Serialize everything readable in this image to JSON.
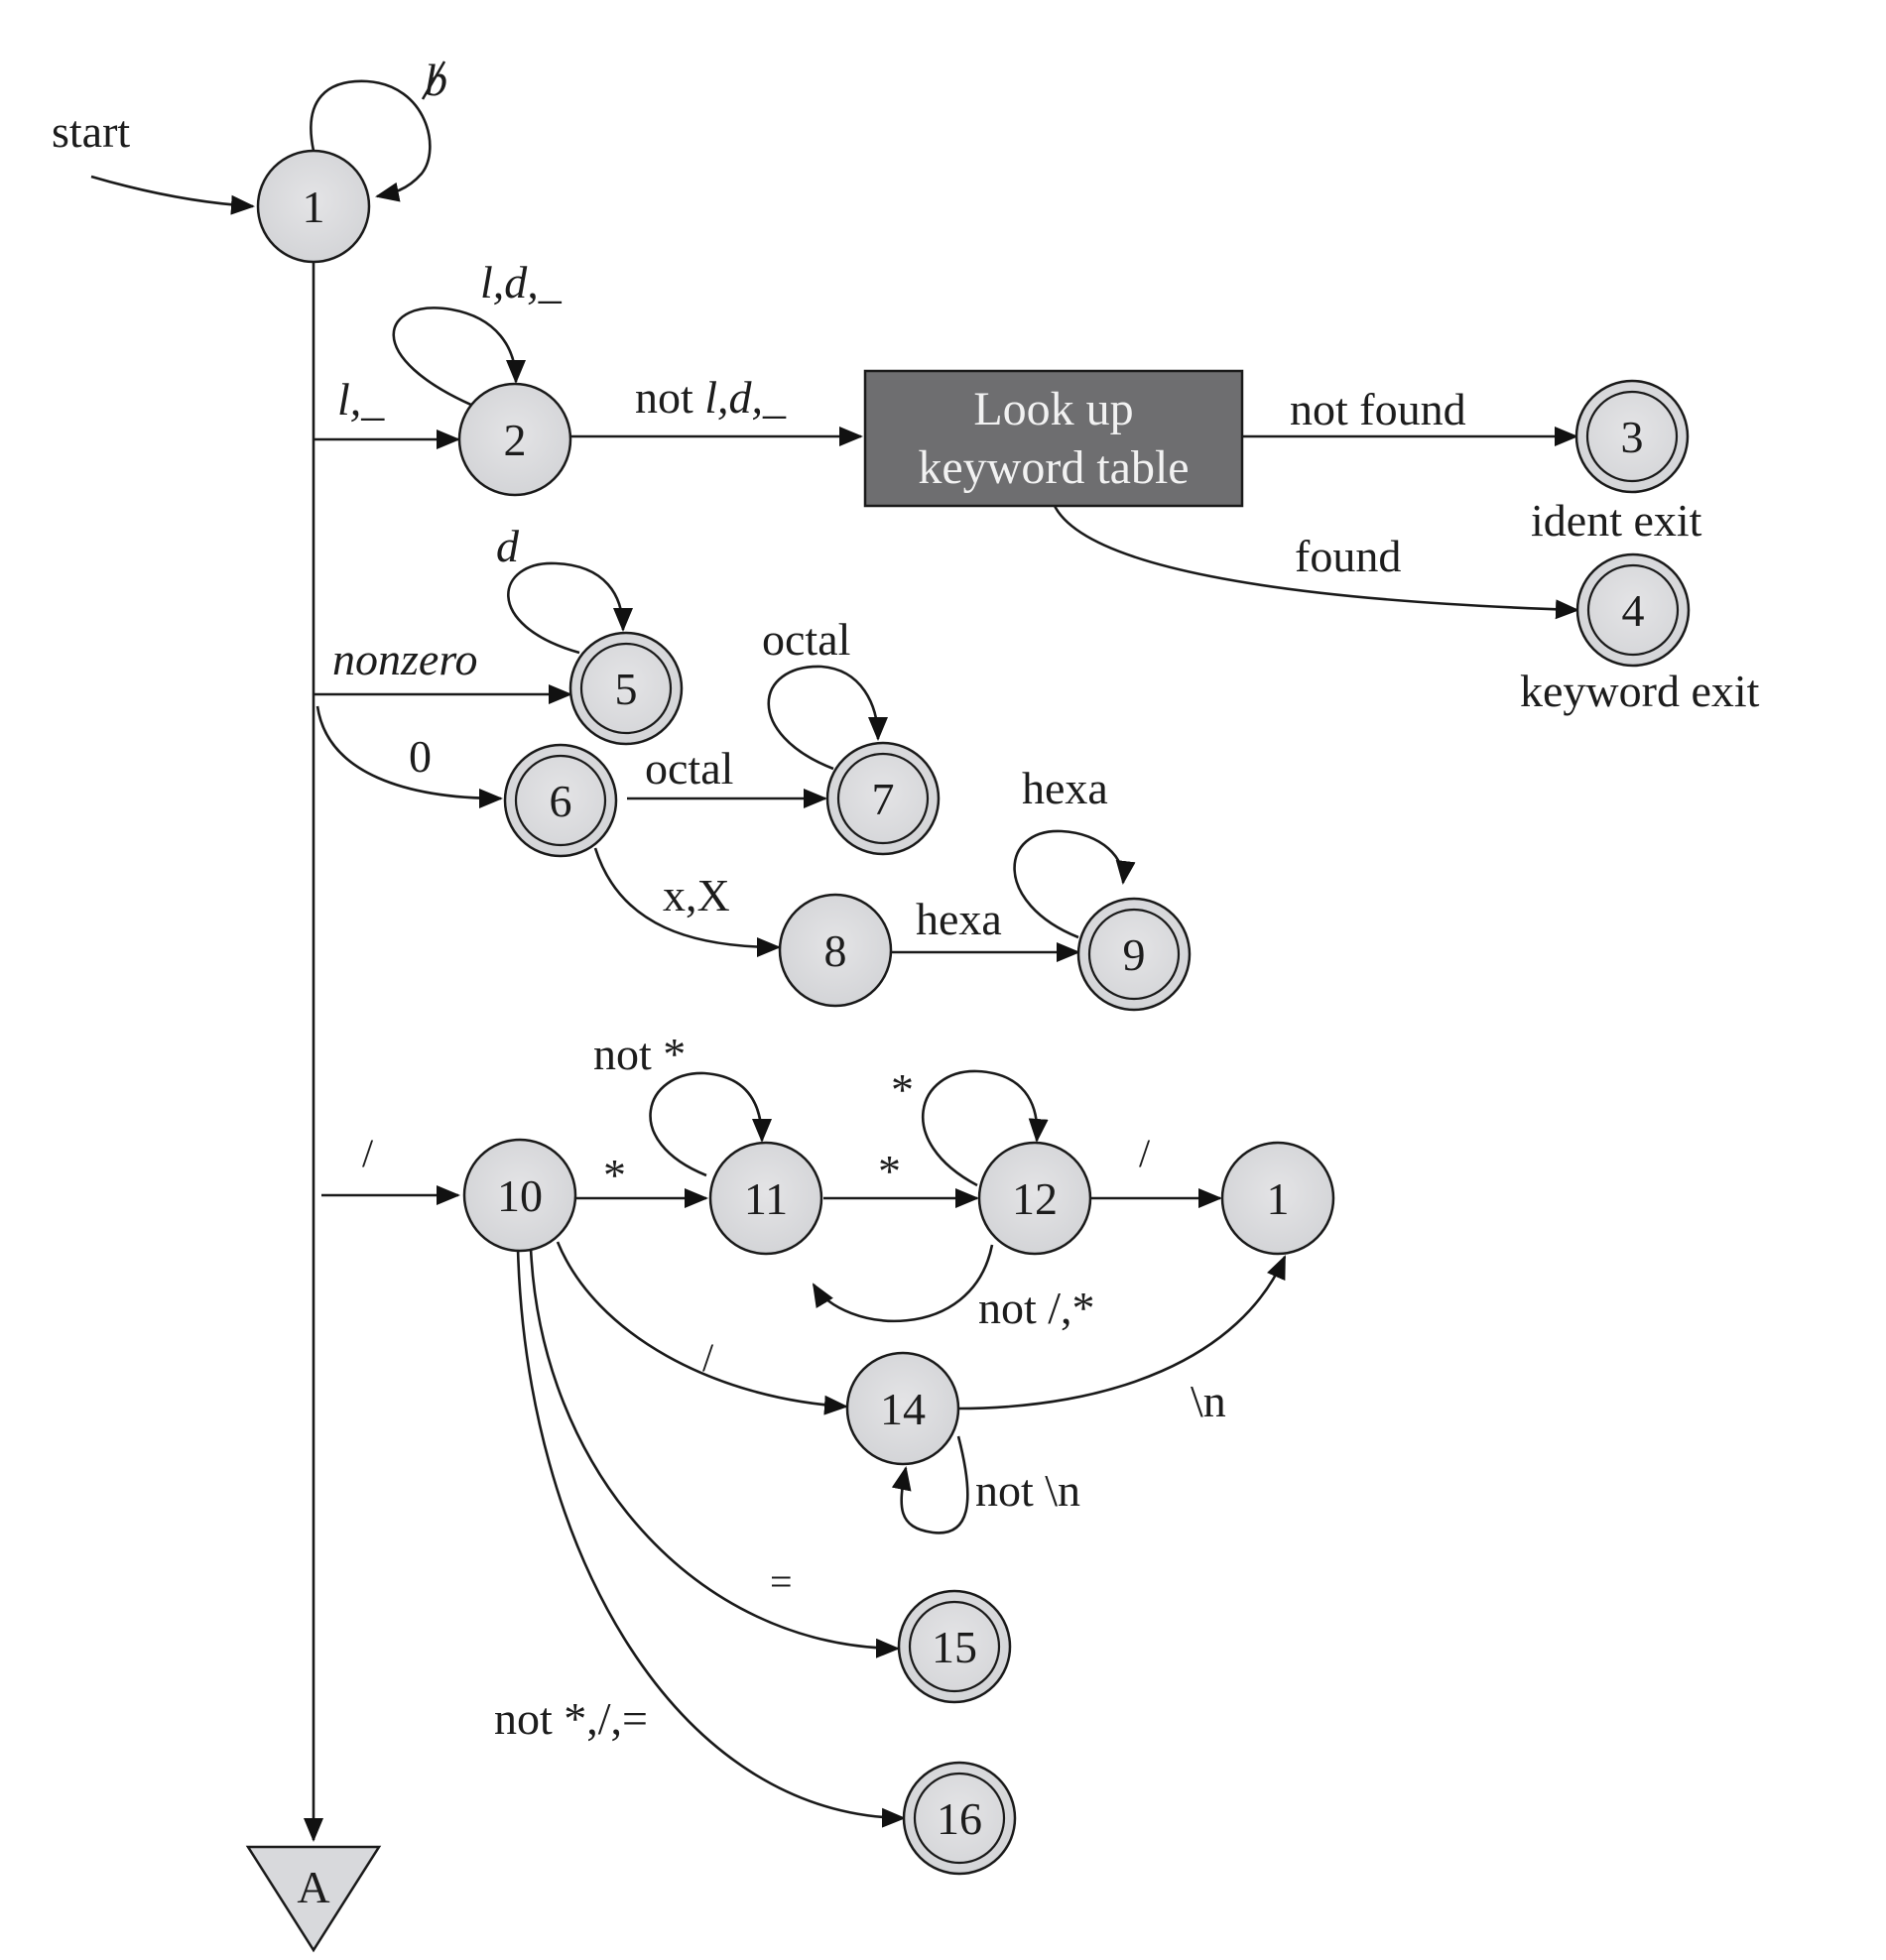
{
  "diagram": {
    "start_label": "start",
    "blank_label": "b",
    "lookup_box": {
      "line1": "Look up",
      "line2": "keyword table"
    },
    "nodes": [
      {
        "id": "n1",
        "label": "1",
        "accepting": false
      },
      {
        "id": "n2",
        "label": "2",
        "accepting": false
      },
      {
        "id": "n3",
        "label": "3",
        "accepting": true
      },
      {
        "id": "n4",
        "label": "4",
        "accepting": true
      },
      {
        "id": "n5",
        "label": "5",
        "accepting": true
      },
      {
        "id": "n6",
        "label": "6",
        "accepting": true
      },
      {
        "id": "n7",
        "label": "7",
        "accepting": true
      },
      {
        "id": "n8",
        "label": "8",
        "accepting": false
      },
      {
        "id": "n9",
        "label": "9",
        "accepting": true
      },
      {
        "id": "n10",
        "label": "10",
        "accepting": false
      },
      {
        "id": "n11",
        "label": "11",
        "accepting": false
      },
      {
        "id": "n12",
        "label": "12",
        "accepting": false
      },
      {
        "id": "n1b",
        "label": "1",
        "accepting": false
      },
      {
        "id": "n14",
        "label": "14",
        "accepting": false
      },
      {
        "id": "n15",
        "label": "15",
        "accepting": true
      },
      {
        "id": "n16",
        "label": "16",
        "accepting": true
      }
    ],
    "connector": "A",
    "node_captions": {
      "ident_exit": "ident exit",
      "keyword_exit": "keyword exit"
    },
    "edge_labels": {
      "l_d_underscore": "l,d,_",
      "l_underscore": "l,_",
      "not_prefix": "not ",
      "not_l_d_underscore": "l,d,_",
      "not_found": "not found",
      "found": "found",
      "d": "d",
      "nonzero": "nonzero",
      "zero": "0",
      "octal_loop": "octal",
      "octal": "octal",
      "hexa_loop": "hexa",
      "x_X": "x,X",
      "hexa": "hexa",
      "not_star": "not *",
      "slash_to_10": "/",
      "star_10_11": "*",
      "star_loop": "*",
      "star_11_12": "*",
      "slash_12_1": "/",
      "not_slash_star": "not /,*",
      "slash_10_14": "/",
      "newline": "\\n",
      "not_newline": "not \\n",
      "equals": "=",
      "not_star_slash_eq": "not *,/,="
    }
  }
}
